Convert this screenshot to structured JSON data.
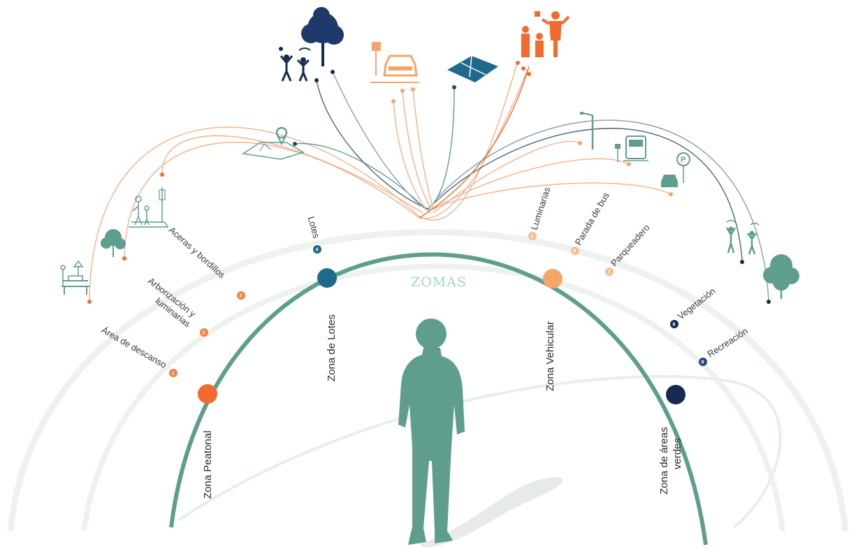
{
  "title": "ZOMAS",
  "zones": [
    {
      "label": "Zona Peatonal",
      "color": "#f26a2e"
    },
    {
      "label": "Zona de Lotes",
      "color": "#1f6a8a"
    },
    {
      "label": "Zona Vehicular",
      "color": "#f4a66a"
    },
    {
      "label": "Zona de áreas verdes",
      "label_line1": "Zona de áreas",
      "label_line2": "verdes",
      "color": "#142b4f"
    }
  ],
  "items": [
    {
      "num": "1",
      "label": "Área de descanso",
      "color": "#f0824a",
      "icon": "bench-icon"
    },
    {
      "num": "2",
      "label_line1": "Arborización y",
      "label_line2": "luminarias",
      "color": "#f0824a",
      "icon": "tree-lamp-icon"
    },
    {
      "num": "3",
      "label": "Aceras y bordillos",
      "color": "#f0824a",
      "icon": "sidewalk-icon"
    },
    {
      "num": "4",
      "label": "Lotes",
      "color": "#1f6a8a",
      "icon": "map-pin-icon"
    },
    {
      "num": "5",
      "label": "Luminarias",
      "color": "#f6c08e",
      "icon": "streetlight-icon"
    },
    {
      "num": "6",
      "label": "Parada de bus",
      "color": "#f6c08e",
      "icon": "bus-stop-icon"
    },
    {
      "num": "7",
      "label": "Parqueadero",
      "color": "#f6c08e",
      "icon": "parking-icon"
    },
    {
      "num": "8",
      "label": "Vegetación",
      "color": "#142b4f",
      "icon": "trees-icon"
    },
    {
      "num": "9",
      "label": "Recreación",
      "color": "#1f4a7a",
      "icon": "people-playing-icon"
    }
  ],
  "top_icons": [
    "children-tree-icon",
    "car-parking-icon",
    "solar-panel-icon",
    "family-icon"
  ],
  "colors": {
    "teal": "#5f9e8f",
    "orange": "#f26a2e",
    "navy": "#142b4f",
    "light_orange": "#f4a66a",
    "pale": "#eef3f0"
  }
}
